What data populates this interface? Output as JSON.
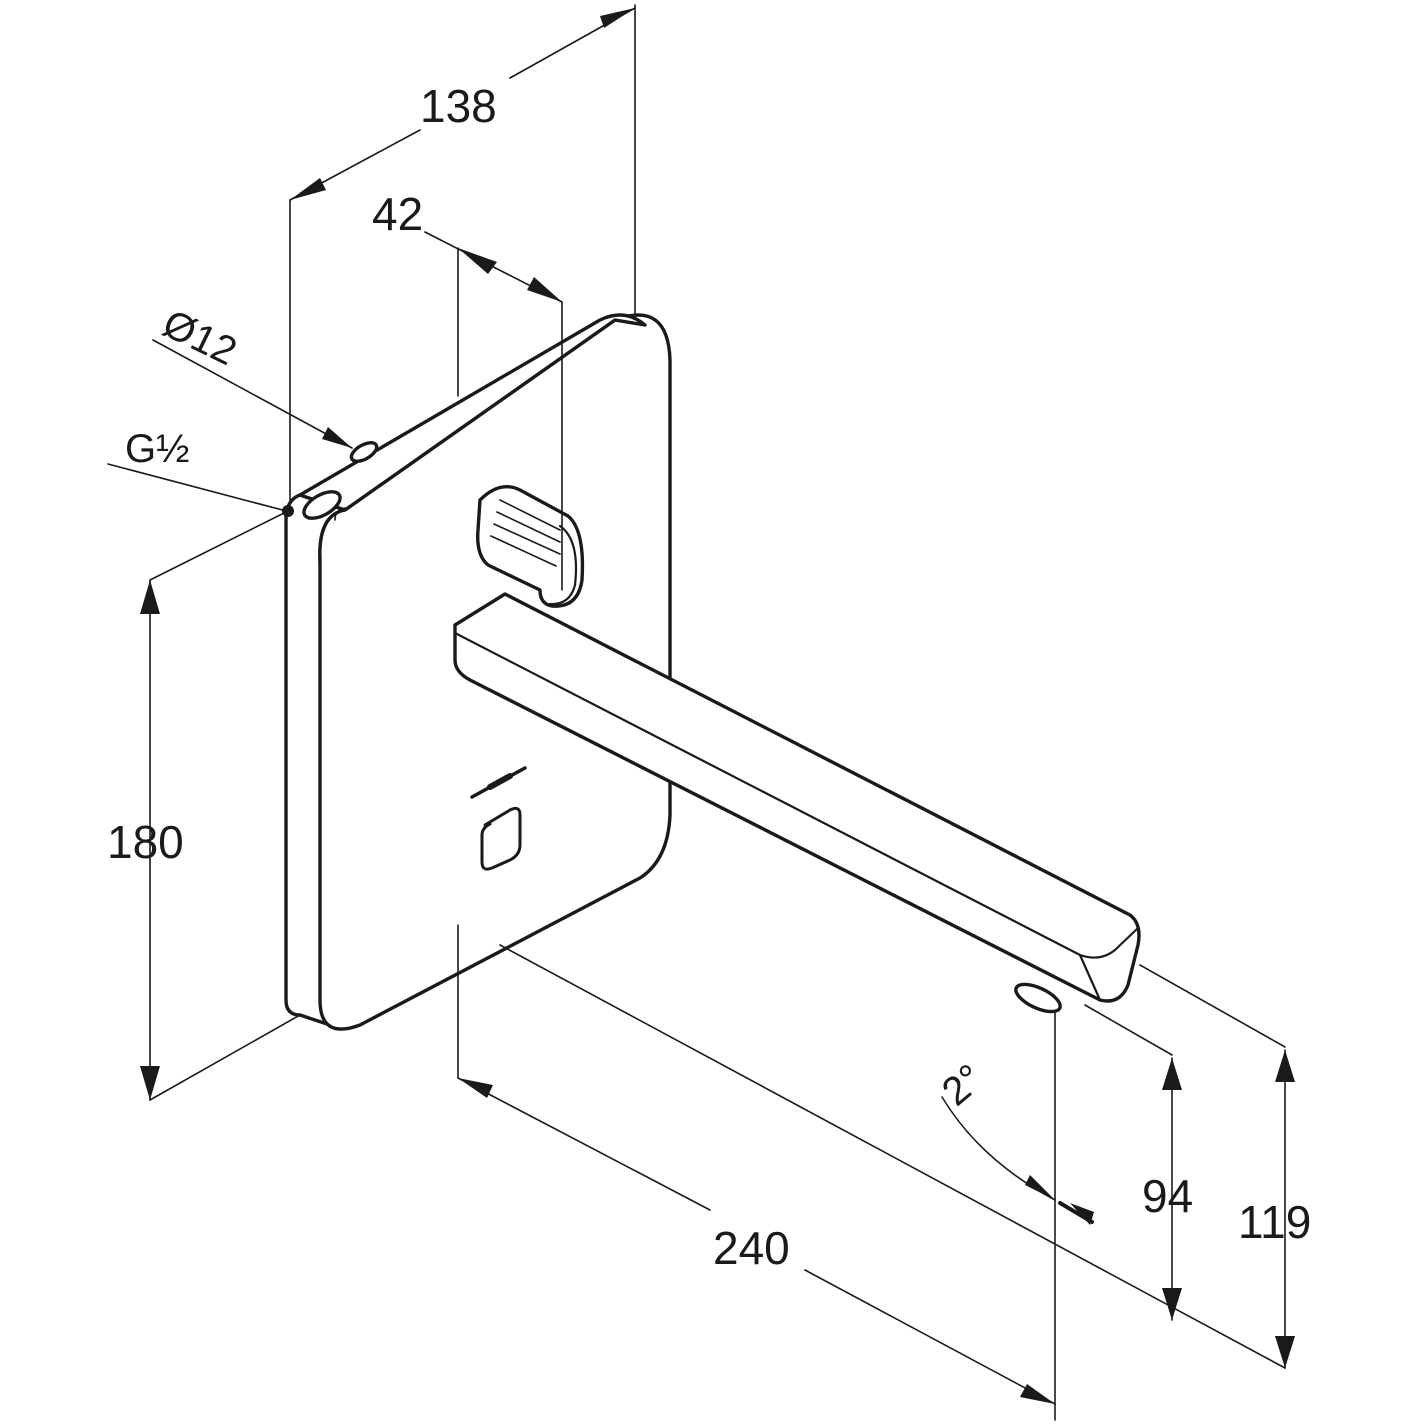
{
  "dimensions": {
    "width_138": "138",
    "depth_42": "42",
    "pipe_diameter": "Ø12",
    "thread": "G½",
    "height_180": "180",
    "spout_length": "240",
    "angle": "2°",
    "height_94": "94",
    "height_119": "119"
  }
}
